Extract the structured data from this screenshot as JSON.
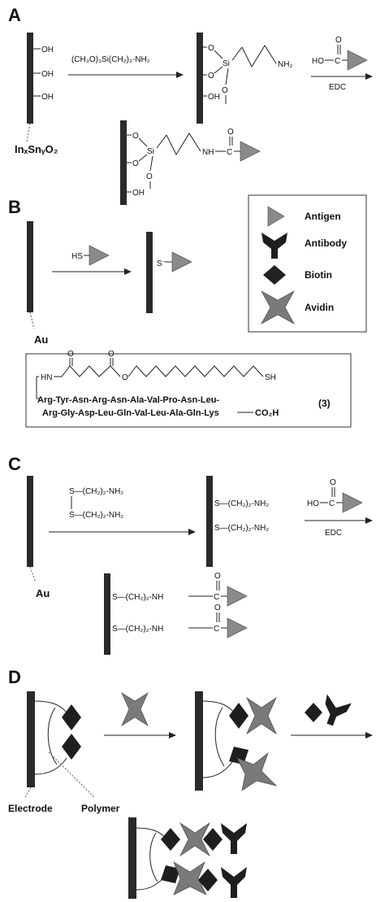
{
  "panels": {
    "A": {
      "label": "A",
      "surface_groups": [
        "OH",
        "OH",
        "OH"
      ],
      "reagent1": "(CH₃O)₃Si(CH₂)₃-NH₂",
      "nh2": "NH₂",
      "o": "O",
      "si": "Si",
      "oh": "OH",
      "acid": "HO",
      "c": "C",
      "edc": "EDC",
      "substrate": "InₓSnᵧO₂",
      "nh": "NH"
    },
    "B": {
      "label": "B",
      "hs": "HS",
      "s_minus": "S⁻",
      "substrate": "Au"
    },
    "C": {
      "label": "C",
      "disulfide": [
        "S—(CH₂)₂-NH₂",
        "S—(CH₂)₂-NH₂"
      ],
      "product": [
        "S—(CH₂)₂-NH₂",
        "S—(CH₂)₂-NH₂"
      ],
      "acid": "HO",
      "c": "C",
      "o": "O",
      "edc": "EDC",
      "substrate": "Au",
      "amide": [
        "S—(CH₂)₂-NH",
        "S—(CH₂)₂-NH"
      ]
    },
    "D": {
      "label": "D",
      "electrode": "Electrode",
      "polymer": "Polymer"
    }
  },
  "legend": {
    "items": [
      {
        "label": "Antigen",
        "icon": "triangle-icon"
      },
      {
        "label": "Antibody",
        "icon": "antibody-icon"
      },
      {
        "label": "Biotin",
        "icon": "diamond-icon"
      },
      {
        "label": "Avidin",
        "icon": "star-icon"
      }
    ]
  },
  "peptide": {
    "hn": "HN",
    "o": "O",
    "sh": "SH",
    "line1": "Arg-Tyr-Asn-Arg-Asn-Ala-Val-Pro-Asn-Leu-",
    "line2": "Arg-Gly-Asp-Leu-Gln-Val-Leu-Ala-Gln-Lys",
    "cooh": "CO₂H",
    "number": "(3)"
  },
  "colors": {
    "gray_icon": "#8a8a8a",
    "dark": "#2a2a2a"
  }
}
